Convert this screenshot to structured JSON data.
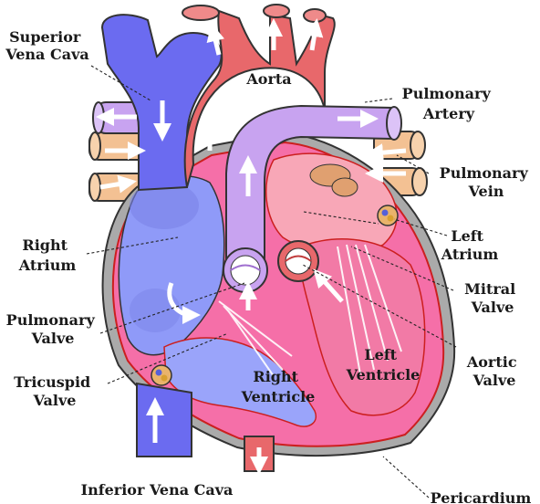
{
  "colors": {
    "vein_blue": "#6b6bf0",
    "aorta_red": "#e8686b",
    "pulmonary_artery_purple": "#c8a3f0",
    "pulmonary_vein_tan": "#f3c193",
    "left_heart_pink": "#f56fa8",
    "right_atrium_blue": "#8f9af8",
    "pericardium_gray": "#aaaaaa"
  },
  "labels": {
    "superior_vena_cava": [
      "Superior",
      "Vena Cava"
    ],
    "aorta": [
      "Aorta"
    ],
    "pulmonary_artery": [
      "Pulmonary",
      "Artery"
    ],
    "pulmonary_vein": [
      "Pulmonary",
      "Vein"
    ],
    "right_atrium": [
      "Right",
      "Atrium"
    ],
    "left_atrium": [
      "Left",
      "Atrium"
    ],
    "mitral_valve": [
      "Mitral",
      "Valve"
    ],
    "pulmonary_valve": [
      "Pulmonary",
      "Valve"
    ],
    "aortic_valve": [
      "Aortic",
      "Valve"
    ],
    "left_ventricle": [
      "Left",
      "Ventricle"
    ],
    "right_ventricle": [
      "Right",
      "Ventricle"
    ],
    "tricuspid_valve": [
      "Tricuspid",
      "Valve"
    ],
    "inferior_vena_cava": [
      "Inferior Vena Cava"
    ],
    "pericardium": [
      "Pericardium"
    ]
  }
}
